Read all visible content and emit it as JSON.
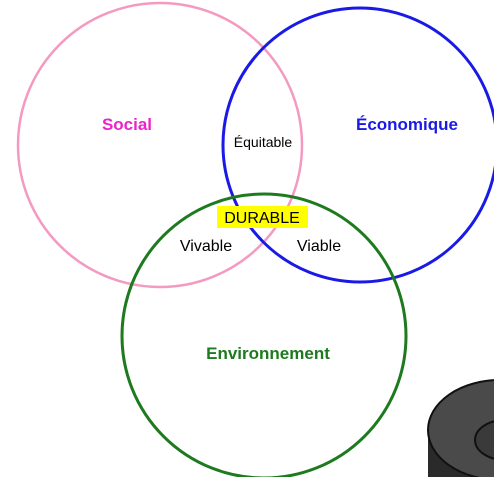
{
  "diagram": {
    "sets": [
      {
        "key": "social",
        "label": "Social",
        "color": "#f49ac1"
      },
      {
        "key": "economique",
        "label": "Économique",
        "color": "#1a1ae6"
      },
      {
        "key": "environnement",
        "label": "Environnement",
        "color": "#1e7a1e"
      }
    ],
    "label_colors": {
      "social": "#ee22cc",
      "economique": "#1a1ae6",
      "environnement": "#1e7a1e"
    },
    "intersections": {
      "social_economique": "Équitable",
      "social_environnement": "Vivable",
      "economique_environnement": "Viable",
      "center": "DURABLE"
    },
    "center_highlight_color": "#ffff00"
  }
}
